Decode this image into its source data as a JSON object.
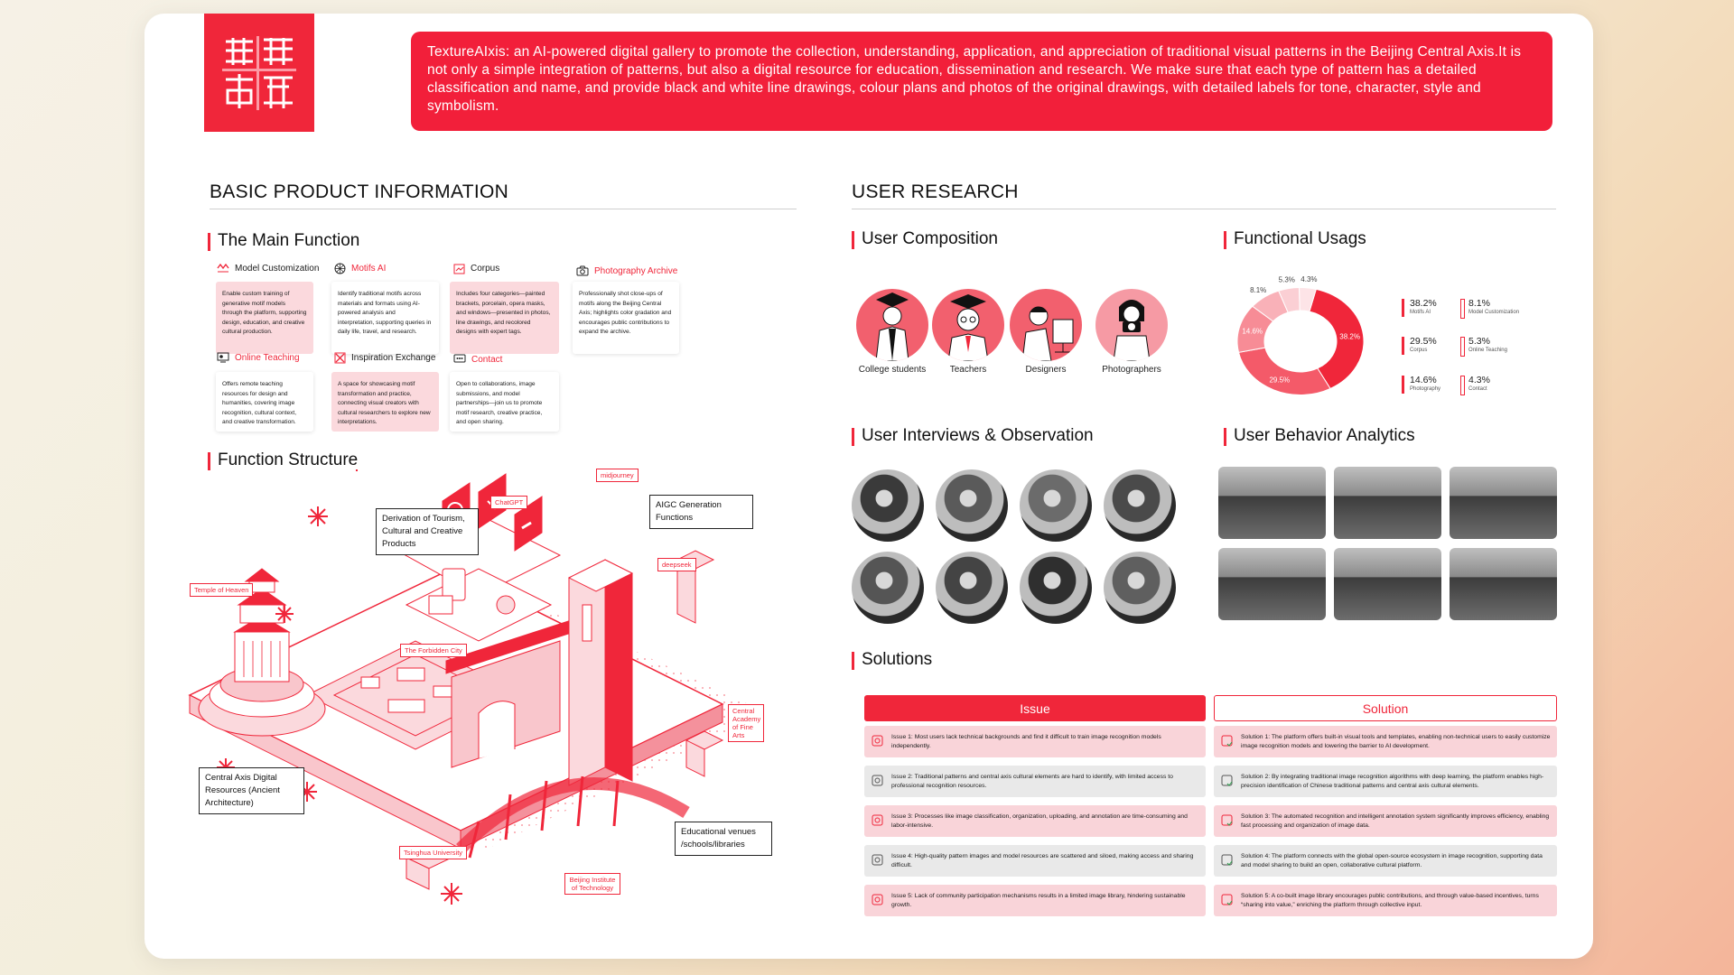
{
  "banner": {
    "text": "TextureAIxis: an AI-powered digital gallery to promote the collection, understanding, application, and appreciation of traditional visual patterns in the Beijing Central Axis.It is not only a simple integration of patterns, but also a digital resource for education, dissemination and research. We make sure that each type of pattern has a detailed classification and name, and provide black and white line drawings, colour plans and photos of the original drawings, with detailed labels for tone, character, style and symbolism."
  },
  "left": {
    "title": "BASIC PRODUCT INFORMATION",
    "main_function": {
      "title": "The Main Function",
      "features": [
        {
          "icon": "model-icon",
          "name": "Model Customization",
          "desc": "Enable custom training of generative motif models through the platform, supporting design, education, and creative cultural production."
        },
        {
          "icon": "motif-icon",
          "name": "Motifs AI",
          "desc": "Identify traditional motifs across materials and formats using AI-powered analysis and interpretation, supporting queries in daily life, travel, and research."
        },
        {
          "icon": "corpus-icon",
          "name": "Corpus",
          "desc": "Includes four categories—painted brackets, porcelain, opera masks, and windows—presented in photos, line drawings, and recolored designs with expert tags."
        },
        {
          "icon": "camera-icon",
          "name": "Photography Archive",
          "desc": "Professionally shot close-ups of motifs along the Beijing Central Axis; highlights color gradation and encourages public contributions to expand the archive."
        },
        {
          "icon": "teaching-icon",
          "name": "Online Teaching",
          "desc": "Offers remote teaching resources for design and humanities, covering image recognition, cultural context, and creative transformation."
        },
        {
          "icon": "exchange-icon",
          "name": "Inspiration Exchange",
          "desc": "A space for showcasing motif transformation and practice, connecting visual creators with cultural researchers to explore new interpretations."
        },
        {
          "icon": "contact-icon",
          "name": "Contact",
          "desc": "Open to collaborations, image submissions, and model partnerships—join us to promote motif research, creative practice, and open sharing."
        }
      ]
    },
    "structure": {
      "title": "Function Structure",
      "labels": {
        "midjourney": "midjourney",
        "chatgpt": "ChatGPT",
        "deepseek": "deepseek",
        "temple": "Temple of Heaven",
        "forbidden": "The Forbidden City",
        "academy": "Central Academy of Fine Arts",
        "tsinghua": "Tsinghua University",
        "bit": "Beijing Institute of Technology"
      },
      "boxes": {
        "tourism": "Derivation of Tourism, Cultural and Creative Products",
        "aigc": "AIGC Generation Functions",
        "digital": "Central Axis Digital Resources (Ancient Architecture)",
        "edu": "Educational venues /schools/libraries"
      }
    }
  },
  "right": {
    "title": "USER RESEARCH",
    "composition": {
      "title": "User Composition",
      "personas": [
        "College students",
        "Teachers",
        "Designers",
        "Photographers"
      ]
    },
    "usage": {
      "title": "Functional Usags",
      "legend": [
        {
          "value": "38.2%",
          "name": "Motifs AI"
        },
        {
          "value": "8.1%",
          "name": "Model Customization"
        },
        {
          "value": "29.5%",
          "name": "Corpus"
        },
        {
          "value": "5.3%",
          "name": "Online Teaching"
        },
        {
          "value": "14.6%",
          "name": "Photography"
        },
        {
          "value": "4.3%",
          "name": "Contact"
        }
      ]
    },
    "interviews": {
      "title": "User Interviews & Observation"
    },
    "behavior": {
      "title": "User Behavior Analytics"
    },
    "solutions": {
      "title": "Solutions",
      "issue_header": "Issue",
      "solution_header": "Solution",
      "rows": [
        {
          "issue": "Issue 1: Most users lack technical backgrounds and find it difficult to train image recognition models independently.",
          "solution": "Solution 1: The platform offers built-in visual tools and templates, enabling non-technical users to easily customize image recognition models and lowering the barrier to AI development."
        },
        {
          "issue": "Issue 2: Traditional patterns and central axis cultural elements are hard to identify, with limited access to professional recognition resources.",
          "solution": "Solution 2: By integrating traditional image recognition algorithms with deep learning, the platform enables high-precision identification of Chinese traditional patterns and central axis cultural elements."
        },
        {
          "issue": "Issue 3: Processes like image classification, organization, uploading, and annotation are time-consuming and labor-intensive.",
          "solution": "Solution 3: The automated recognition and intelligent annotation system significantly improves efficiency, enabling fast processing and organization of image data."
        },
        {
          "issue": "Issue 4: High-quality pattern images and model resources are scattered and siloed, making access and sharing difficult.",
          "solution": "Solution 4: The platform connects with the global open-source ecosystem in image recognition, supporting data and model sharing to build an open, collaborative cultural platform."
        },
        {
          "issue": "Issue 5: Lack of community participation mechanisms results in a limited image library, hindering sustainable growth.",
          "solution": "Solution 5: A co-built image library encourages public contributions, and through value-based incentives, turns “sharing into value,” enriching the platform through collective input."
        }
      ]
    }
  },
  "chart_data": {
    "type": "pie",
    "title": "",
    "categories": [
      "Motifs AI",
      "Corpus",
      "Photography",
      "Model Customization",
      "Online Teaching",
      "Contact"
    ],
    "values": [
      38.2,
      29.5,
      14.6,
      8.1,
      5.3,
      4.3
    ],
    "slice_labels": [
      "38.2%",
      "29.5%",
      "14.6%",
      "8.1%",
      "5.3%",
      "4.3%"
    ],
    "colors": [
      "#f0263a",
      "#f45a69",
      "#f78c96",
      "#f9b1b8",
      "#fbcfd4",
      "#fde4e7"
    ]
  }
}
